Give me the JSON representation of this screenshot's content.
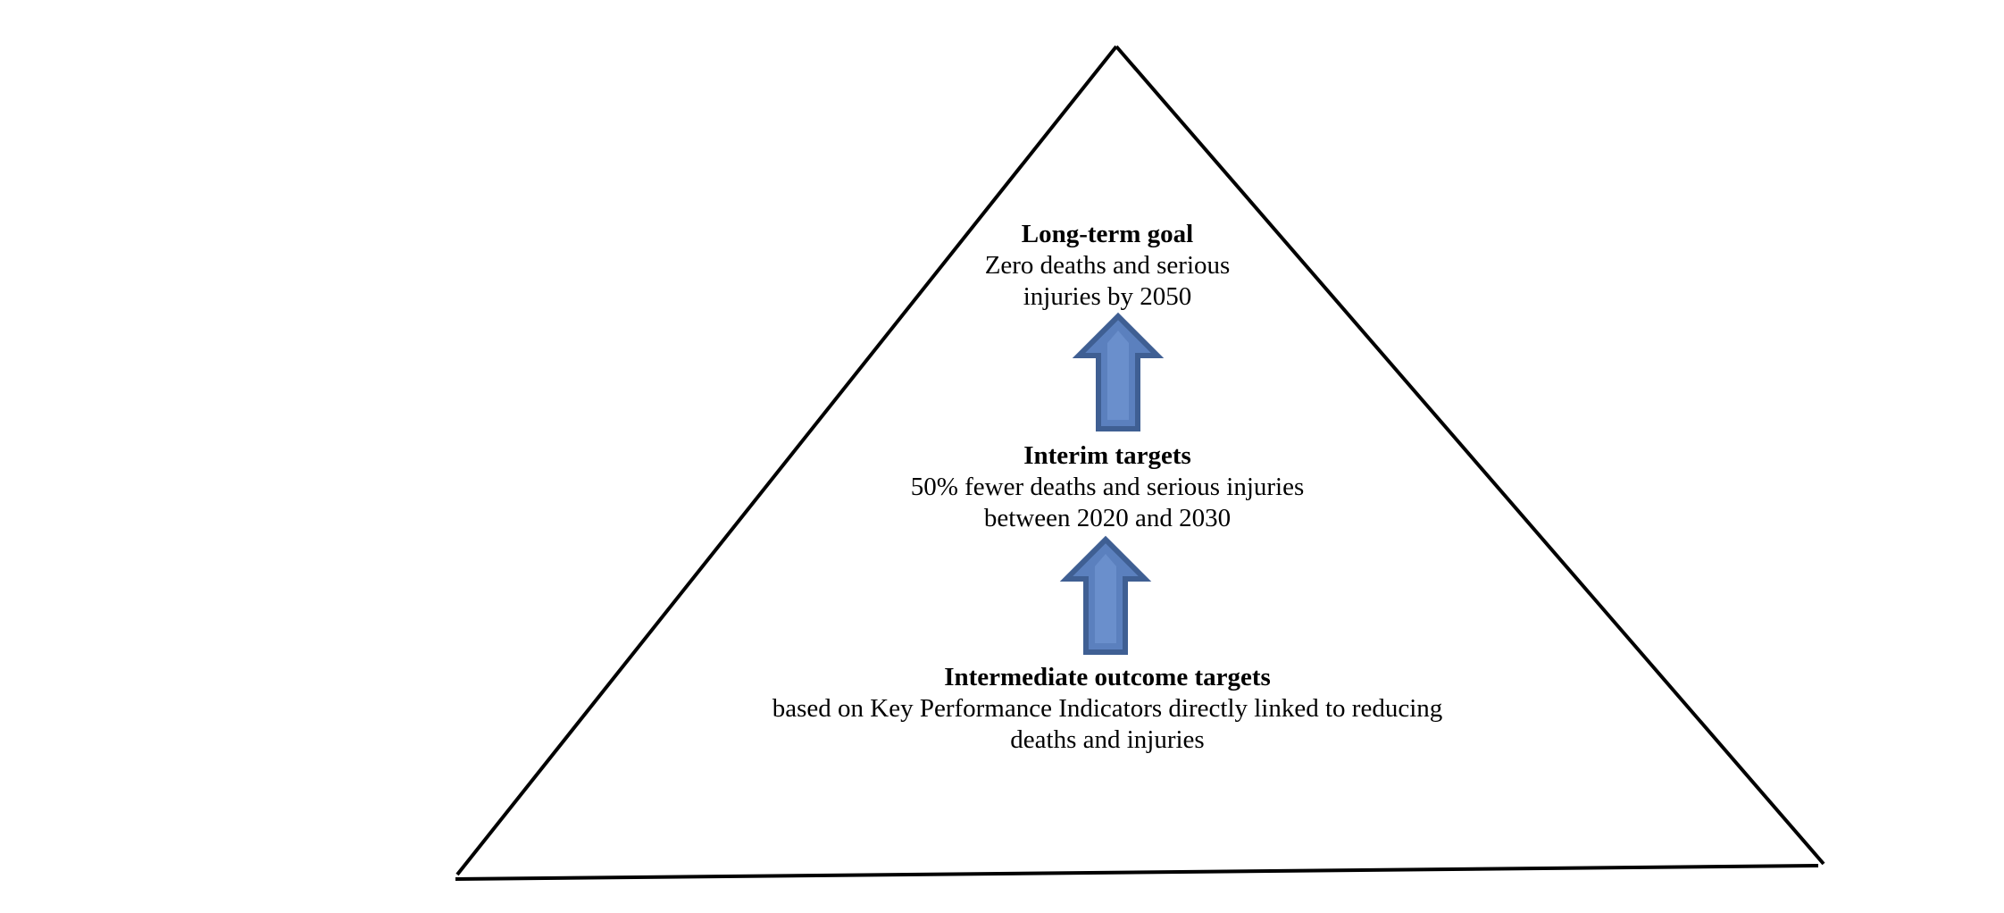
{
  "tiers": {
    "goal": {
      "heading": "Long-term goal",
      "line1": "Zero deaths and serious",
      "line2": "injuries by 2050"
    },
    "interim": {
      "heading": "Interim targets",
      "line1": "50% fewer deaths and serious injuries",
      "line2": "between 2020 and 2030"
    },
    "intermediate": {
      "heading": "Intermediate outcome targets",
      "line1": "based on Key Performance Indicators directly linked to reducing",
      "line2": "deaths and injuries"
    }
  },
  "colors": {
    "pyramid_outline": "#000000",
    "arrow_fill": "#5b80be",
    "arrow_stroke": "#3f5f93"
  },
  "icons": {
    "upward_arrows": "up-arrow-icon"
  }
}
